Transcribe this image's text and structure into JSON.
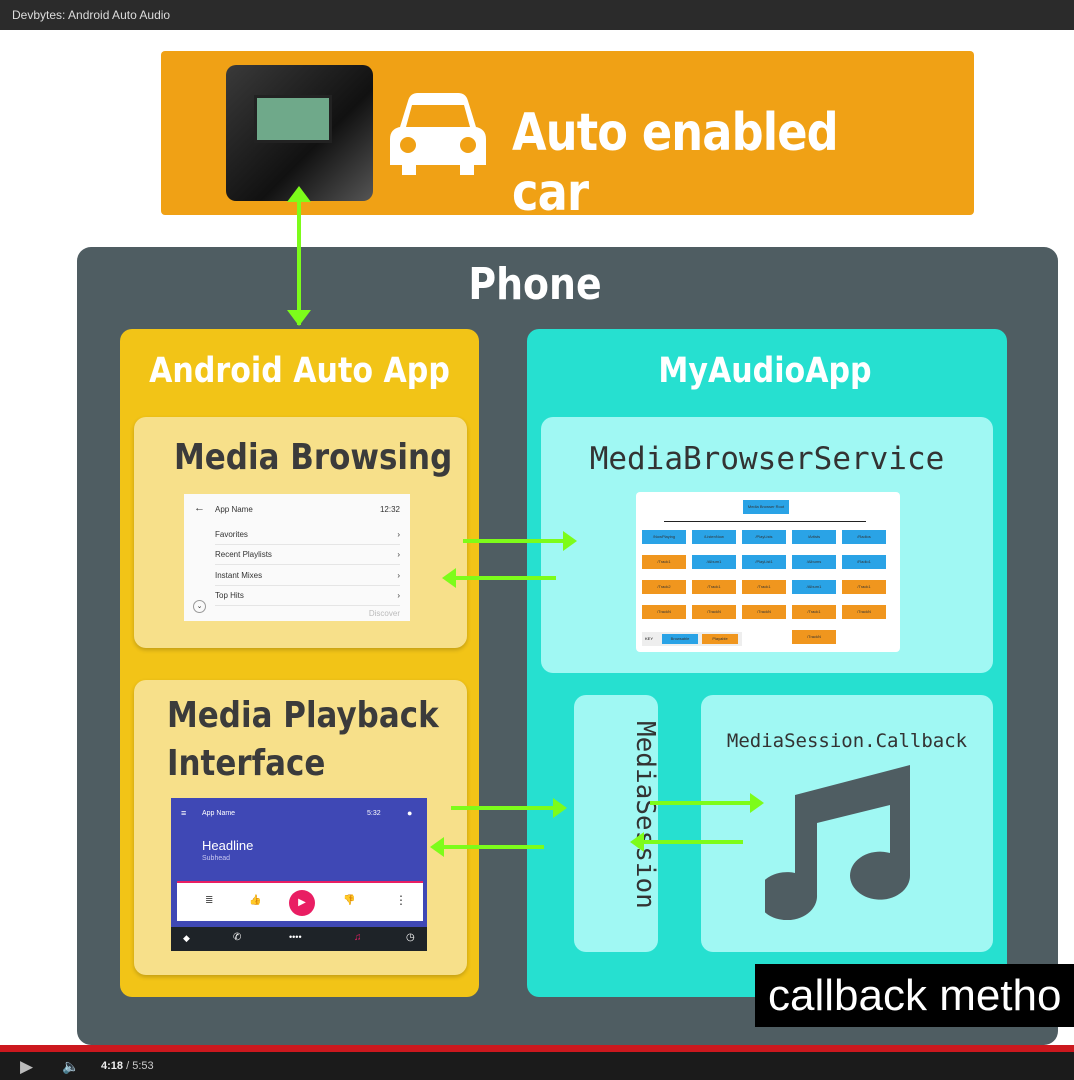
{
  "window": {
    "title": "Devbytes: Android Auto Audio"
  },
  "banner": {
    "text": "Auto enabled car",
    "icon": "car-icon"
  },
  "phone": {
    "title": "Phone"
  },
  "android_auto": {
    "title": "Android Auto App",
    "browsing": {
      "title": "Media Browsing",
      "screen": {
        "app_name": "App Name",
        "time": "12:32",
        "items": [
          "Favorites",
          "Recent Playlists",
          "Instant Mixes",
          "Top Hits",
          "Discover"
        ]
      }
    },
    "playback": {
      "title_line1": "Media Playback",
      "title_line2": "Interface",
      "screen": {
        "app_name": "App Name",
        "time": "5:32",
        "headline": "Headline",
        "subhead": "Subhead"
      }
    }
  },
  "my_audio_app": {
    "title": "MyAudioApp",
    "browser_service": "MediaBrowserService",
    "media_session": "MediaSession",
    "callback": "MediaSession.Callback",
    "tree": {
      "root": "Media Browser Root",
      "columns": [
        [
          "/NowPlaying",
          "/Track1",
          "/Track2",
          "/TrackN"
        ],
        [
          "/ListenNow",
          "/Album1",
          "/Track1",
          "/TrackN"
        ],
        [
          "/PlayLists",
          "/PlayList1",
          "/Track1",
          "/TrackN"
        ],
        [
          "/Artists",
          "/Albums",
          "/Album1",
          "/Track1",
          "/TrackN"
        ],
        [
          "/Radios",
          "/Radio1",
          "/Track1",
          "/TrackN"
        ]
      ],
      "key": "KEY",
      "key_browsable": "Browsable",
      "key_playable": "Playable"
    }
  },
  "caption": "callback metho",
  "player": {
    "current": "4:18",
    "separator": " / ",
    "duration": "5:53",
    "progress": 1.0,
    "accent": "#cc181e"
  },
  "colors": {
    "banner": "#f0a115",
    "phone": "#4f5d62",
    "android_auto": "#f2c417",
    "my_audio_app": "#26e0d0",
    "arrow": "#7dfc1a"
  }
}
